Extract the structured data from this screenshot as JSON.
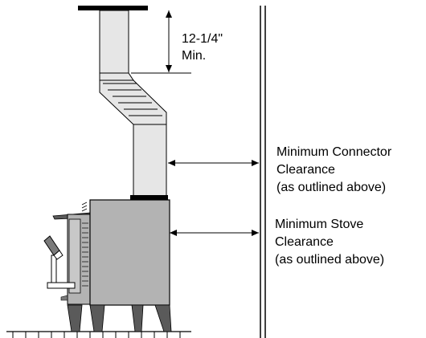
{
  "dimension": {
    "line1": "12-1/4\"",
    "line2": "Min."
  },
  "connector_clearance": {
    "line1": "Minimum Connector",
    "line2": "Clearance",
    "line3": "(as outlined above)"
  },
  "stove_clearance": {
    "line1": "Minimum Stove",
    "line2": "Clearance",
    "line3": "(as outlined above)"
  },
  "colors": {
    "stove_body": "#b3b3b3",
    "pipe": "#e6e6e6",
    "outline": "#000000",
    "dark": "#5a5a5a"
  }
}
